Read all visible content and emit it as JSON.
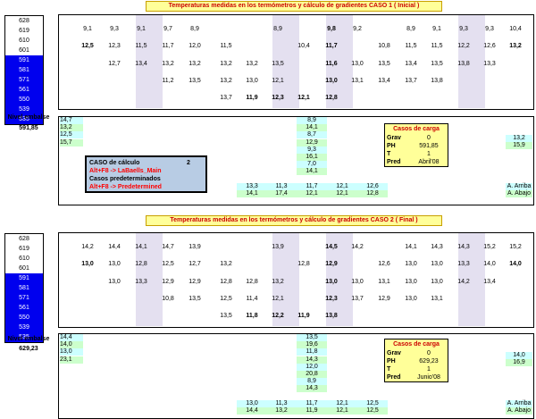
{
  "elevations": [
    "628",
    "619",
    "610",
    "601",
    "591",
    "581",
    "571",
    "561",
    "550",
    "539",
    "535"
  ],
  "elev_blue_from": 4,
  "case1": {
    "title": "Temperaturas medidas en los termómetros y cálculo de gradientes CASO 1 ( Inicial )",
    "nivel_label": "Nivel embalse",
    "nivel_value": "591,85",
    "rows": [
      [
        "9,1",
        "9,3",
        "9,1",
        "9,7",
        "8,9",
        "",
        "",
        "8,9",
        "",
        "9,8",
        "9,2",
        "",
        "8,9",
        "9,1",
        "9,3",
        "9,3",
        "10,4"
      ],
      [
        "12,5",
        "12,3",
        "11,5",
        "11,7",
        "12,0",
        "11,5",
        "",
        "",
        "10,4",
        "11,7",
        "",
        "10,8",
        "11,5",
        "11,5",
        "12,2",
        "12,6",
        "13,2"
      ],
      [
        "",
        "12,7",
        "13,4",
        "13,2",
        "13,2",
        "13,2",
        "13,2",
        "13,5",
        "",
        "11,6",
        "13,0",
        "13,5",
        "13,4",
        "13,5",
        "13,8",
        "13,3",
        ""
      ],
      [
        "",
        "",
        "",
        "11,2",
        "13,5",
        "13,2",
        "13,0",
        "12,1",
        "",
        "13,0",
        "13,1",
        "13,4",
        "13,7",
        "13,8",
        "",
        "",
        ""
      ],
      [
        "",
        "",
        "",
        "",
        "",
        "13,7",
        "11,9",
        "12,3",
        "12,1",
        "12,8",
        "",
        "",
        "",
        "",
        "",
        "",
        ""
      ]
    ],
    "bold_cells": [
      [
        0,
        9
      ],
      [
        1,
        0
      ],
      [
        1,
        9
      ],
      [
        1,
        16
      ],
      [
        2,
        9
      ],
      [
        3,
        9
      ],
      [
        4,
        6
      ],
      [
        4,
        7
      ],
      [
        4,
        8
      ],
      [
        4,
        9
      ]
    ],
    "lower_left": [
      "14,7",
      "13,2",
      "12,5",
      "15,7"
    ],
    "lower_mid": [
      "8,9",
      "14,1",
      "8,7",
      "12,9",
      "9,3",
      "16,1",
      "7,0",
      "14,1"
    ],
    "lower_right": [
      "13,2",
      "15,9"
    ],
    "bottom_rows": [
      [
        "13,3",
        "11,3",
        "11,7",
        "12,1",
        "12,6"
      ],
      [
        "14,1",
        "17,4",
        "12,1",
        "12,1",
        "12,8"
      ]
    ],
    "a_arriba": "A. Arriba",
    "a_abajo": "A. Abajo",
    "carga": {
      "title": "Casos de carga",
      "grav_label": "Grav",
      "grav": "0",
      "ph_label": "PH",
      "ph": "591,85",
      "t_label": "T",
      "t": "1",
      "pred_label": "Pred",
      "pred": "Abril'08"
    }
  },
  "caso_box": {
    "line1": "CASO de cálculo",
    "num": "2",
    "line2": "Alt+F8  ->  LaBaells_Main",
    "line3": "Casos predeterminados",
    "line4": "Alt+F8  ->  Predetermined"
  },
  "case2": {
    "title": "Temperaturas medidas en los termómetros y cálculo de gradientes CASO 2 ( Final )",
    "nivel_label": "Nivel embalse",
    "nivel_value": "629,23",
    "rows": [
      [
        "14,2",
        "14,4",
        "14,1",
        "14,7",
        "13,9",
        "",
        "",
        "13,9",
        "",
        "14,5",
        "14,2",
        "",
        "14,1",
        "14,3",
        "14,3",
        "15,2",
        "15,2"
      ],
      [
        "13,0",
        "13,0",
        "12,8",
        "12,5",
        "12,7",
        "13,2",
        "",
        "",
        "12,8",
        "12,9",
        "",
        "12,6",
        "13,0",
        "13,0",
        "13,3",
        "14,0",
        "14,0"
      ],
      [
        "",
        "13,0",
        "13,3",
        "12,9",
        "12,9",
        "12,8",
        "12,8",
        "13,2",
        "",
        "13,0",
        "13,0",
        "13,1",
        "13,0",
        "13,0",
        "14,2",
        "13,4",
        ""
      ],
      [
        "",
        "",
        "",
        "10,8",
        "13,5",
        "12,5",
        "11,4",
        "12,1",
        "",
        "12,3",
        "13,7",
        "12,9",
        "13,0",
        "13,1",
        "",
        "",
        ""
      ],
      [
        "",
        "",
        "",
        "",
        "",
        "13,5",
        "11,8",
        "12,2",
        "11,9",
        "13,8",
        "",
        "",
        "",
        "",
        "",
        "",
        ""
      ]
    ],
    "bold_cells": [
      [
        0,
        9
      ],
      [
        1,
        0
      ],
      [
        1,
        9
      ],
      [
        1,
        16
      ],
      [
        2,
        9
      ],
      [
        3,
        9
      ],
      [
        4,
        6
      ],
      [
        4,
        7
      ],
      [
        4,
        8
      ],
      [
        4,
        9
      ]
    ],
    "lower_left": [
      "14,4",
      "14,0",
      "13,0",
      "23,1"
    ],
    "lower_mid": [
      "13,5",
      "19,6",
      "11,8",
      "14,3",
      "12,0",
      "20,8",
      "8,9",
      "14,3"
    ],
    "lower_right": [
      "14,0",
      "16,9"
    ],
    "bottom_rows": [
      [
        "13,0",
        "11,3",
        "11,7",
        "12,1",
        "12,5"
      ],
      [
        "14,4",
        "13,2",
        "11,9",
        "12,1",
        "12,5"
      ]
    ],
    "a_arriba": "A. Arriba",
    "a_abajo": "A. Abajo",
    "carga": {
      "title": "Casos de carga",
      "grav_label": "Grav",
      "grav": "0",
      "ph_label": "PH",
      "ph": "629,23",
      "t_label": "T",
      "t": "1",
      "pred_label": "Pred",
      "pred": "Junio'08"
    }
  },
  "colors": {
    "elev_blue": "#0000ee",
    "title_bg": "#ffff99",
    "shade": "#e4e0f0",
    "cyan": "#ccffff",
    "green": "#ccffcc",
    "caso_bg": "#b8cce4"
  }
}
